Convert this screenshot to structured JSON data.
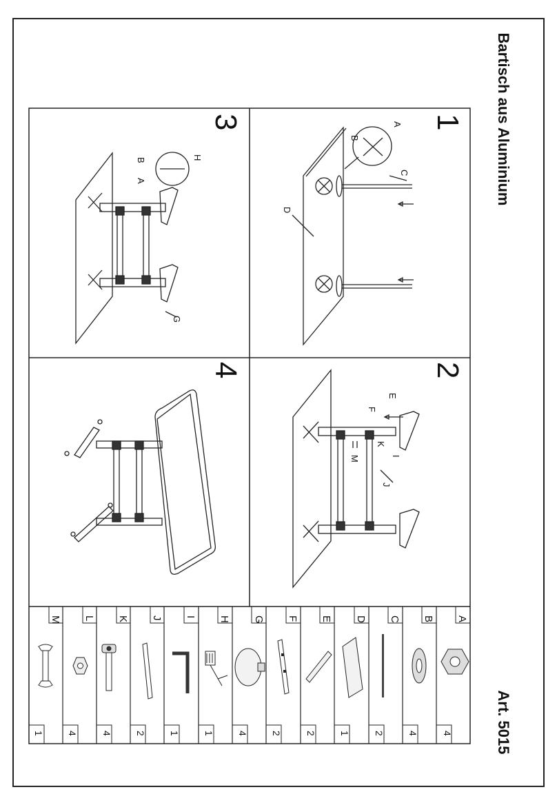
{
  "document": {
    "title": "Bartisch aus Aluminium",
    "article": "Art. 5015"
  },
  "steps": [
    {
      "number": "1",
      "labels": [
        "A",
        "B",
        "C",
        "D"
      ]
    },
    {
      "number": "2",
      "labels": [
        "E",
        "F",
        "I",
        "K",
        "M",
        "J"
      ]
    },
    {
      "number": "3",
      "labels": [
        "H",
        "B",
        "A",
        "G"
      ]
    },
    {
      "number": "4",
      "labels": []
    }
  ],
  "parts": [
    {
      "letter": "A",
      "qty": "4",
      "icon": "hex-nut-large-icon"
    },
    {
      "letter": "B",
      "qty": "4",
      "icon": "washer-icon"
    },
    {
      "letter": "C",
      "qty": "2",
      "icon": "rod-icon"
    },
    {
      "letter": "D",
      "qty": "1",
      "icon": "tabletop-icon"
    },
    {
      "letter": "E",
      "qty": "2",
      "icon": "foot-bar-icon"
    },
    {
      "letter": "F",
      "qty": "2",
      "icon": "tube-icon"
    },
    {
      "letter": "G",
      "qty": "4",
      "icon": "leveling-foot-icon"
    },
    {
      "letter": "H",
      "qty": "1",
      "icon": "brush-icon"
    },
    {
      "letter": "I",
      "qty": "1",
      "icon": "allen-key-icon"
    },
    {
      "letter": "J",
      "qty": "2",
      "icon": "crossbar-icon"
    },
    {
      "letter": "K",
      "qty": "4",
      "icon": "bolt-icon"
    },
    {
      "letter": "L",
      "qty": "4",
      "icon": "hex-nut-small-icon"
    },
    {
      "letter": "M",
      "qty": "1",
      "icon": "wrench-icon"
    }
  ]
}
